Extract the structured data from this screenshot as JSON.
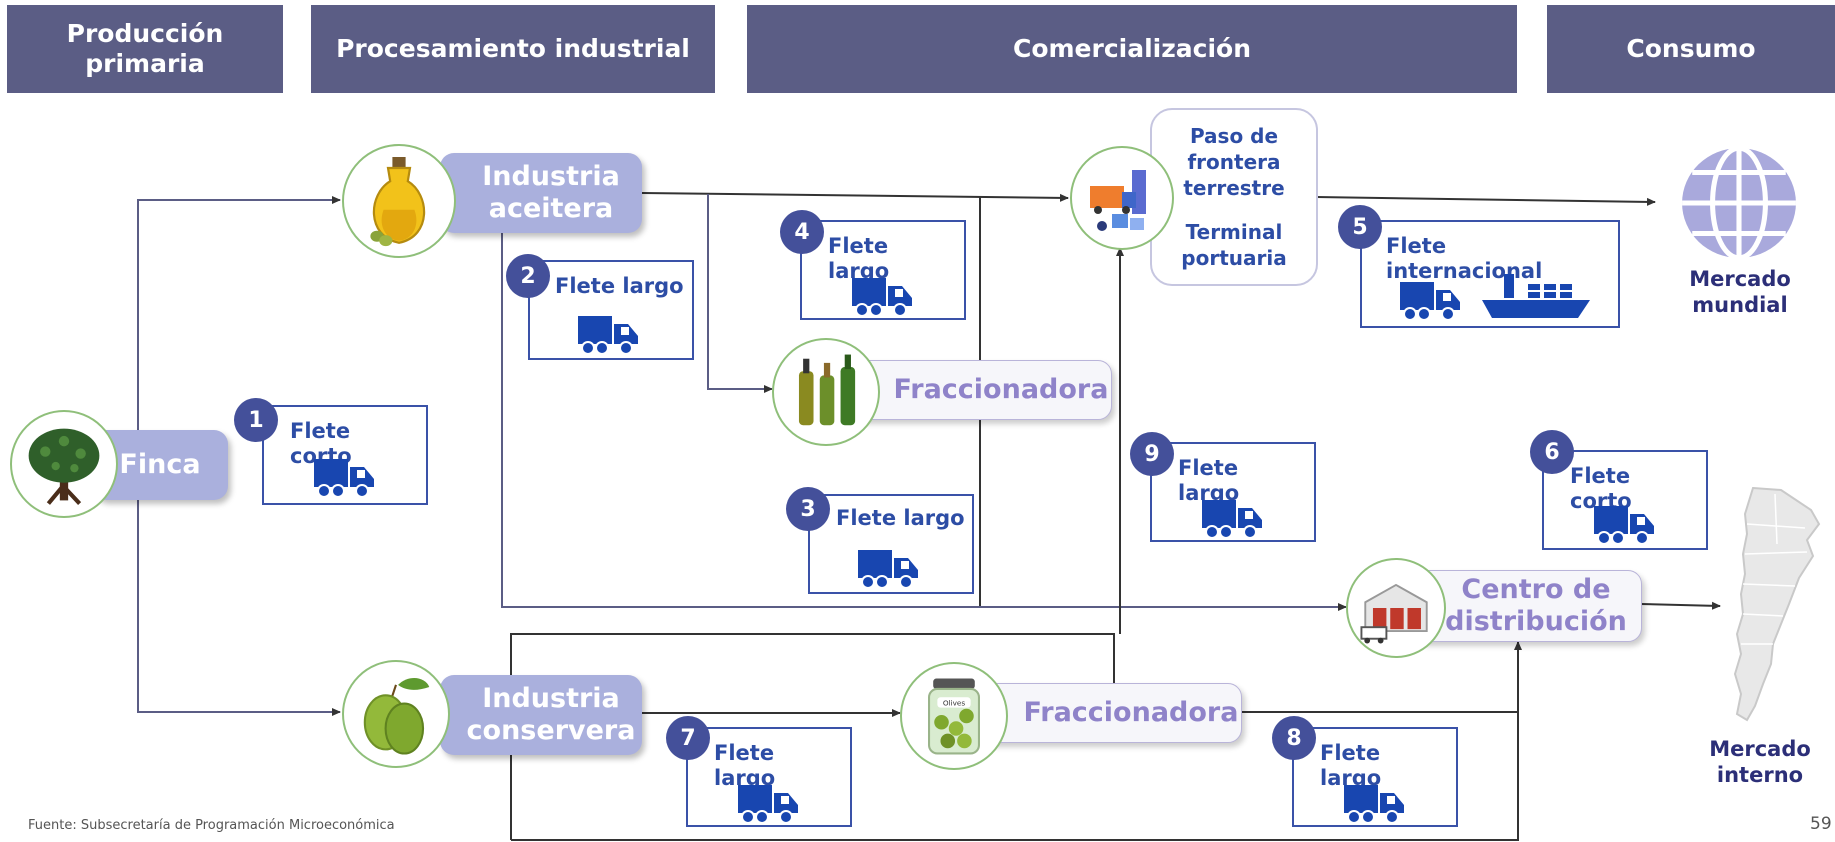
{
  "headers": {
    "produccion": "Producción\nprimaria",
    "procesamiento": "Procesamiento industrial",
    "comercializacion": "Comercialización",
    "consumo": "Consumo"
  },
  "nodes": {
    "finca": "Finca",
    "industria_aceitera": "Industria\naceitera",
    "industria_conservera": "Industria\nconservera",
    "fraccionadora_aceite": "Fraccionadora",
    "fraccionadora_conserva": "Fraccionadora",
    "centro_distribucion": "Centro de\ndistribución",
    "paso_frontera": "Paso de\nfrontera\nterrestre",
    "terminal_portuaria": "Terminal\nportuaria",
    "mercado_mundial": "Mercado\nmundial",
    "mercado_interno": "Mercado\ninterno",
    "olive_jar_label": "Olives"
  },
  "fletes": [
    {
      "num": "1",
      "label": "Flete\ncorto"
    },
    {
      "num": "2",
      "label": "Flete largo"
    },
    {
      "num": "3",
      "label": "Flete largo"
    },
    {
      "num": "4",
      "label": "Flete\nlargo"
    },
    {
      "num": "5",
      "label": "Flete\ninternacional"
    },
    {
      "num": "6",
      "label": "Flete\ncorto"
    },
    {
      "num": "7",
      "label": "Flete\nlargo"
    },
    {
      "num": "8",
      "label": "Flete\nlargo"
    },
    {
      "num": "9",
      "label": "Flete\nlargo"
    }
  ],
  "footer": {
    "source": "Fuente: Subsecretaría de Programación Microeconómica",
    "page": "59"
  },
  "colors": {
    "header_bg": "#5b5d85",
    "node_blue": "#aab0dd",
    "node_lavender_text": "#8f83c9",
    "flete_blue": "#2d4da5",
    "truck_blue": "#1846b0",
    "badge": "#44509a",
    "globe": "#a9a9dc"
  },
  "icons": [
    "tree-icon",
    "oil-jug-icon",
    "olives-icon",
    "oil-bottles-icon",
    "olive-jar-icon",
    "logistics-icon",
    "warehouse-icon",
    "truck-icon",
    "ship-icon",
    "globe-icon",
    "argentina-map-icon"
  ]
}
